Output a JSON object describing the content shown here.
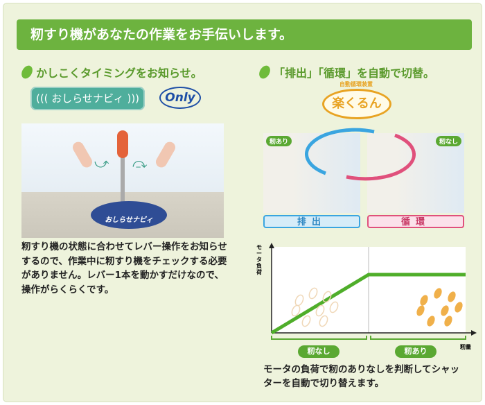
{
  "header": {
    "title": "籾すり機があなたの作業をお手伝いします。"
  },
  "left": {
    "heading": "かしこくタイミングをお知らせ。",
    "badge": "((( おしらせナビィ )))",
    "logo": "Only",
    "panel_label": "おしらせナビィ",
    "description": "籾すり機の状態に合わせてレバー操作をお知らせするので、作業中に籾すり機をチェックする必要がありません。レバー1本を動かすだけなので、操作がらくらくです。"
  },
  "right": {
    "heading": "「排出」「循環」を自動で切替。",
    "logo": "楽くるん",
    "logo_sub": "自動循環装置",
    "photo_left_tag": "籾あり",
    "photo_right_tag": "籾なし",
    "label_discharge": "排出",
    "label_circulate": "循環",
    "description": "モータの負荷で籾のありなしを判断してシャッターを自動で切り替えます。"
  },
  "chart_data": {
    "type": "line",
    "ylabel": "モータ負荷",
    "xlabel": "籾量",
    "regions": [
      "籾なし",
      "籾あり"
    ],
    "series": [
      {
        "name": "モータ負荷",
        "x": [
          0,
          0.5,
          1
        ],
        "y": [
          0,
          0.7,
          0.7
        ]
      }
    ]
  },
  "colors": {
    "accent": "#6db33f",
    "background": "#eef3dc",
    "discharge": "#3aa5e0",
    "circulate": "#e0507c"
  }
}
